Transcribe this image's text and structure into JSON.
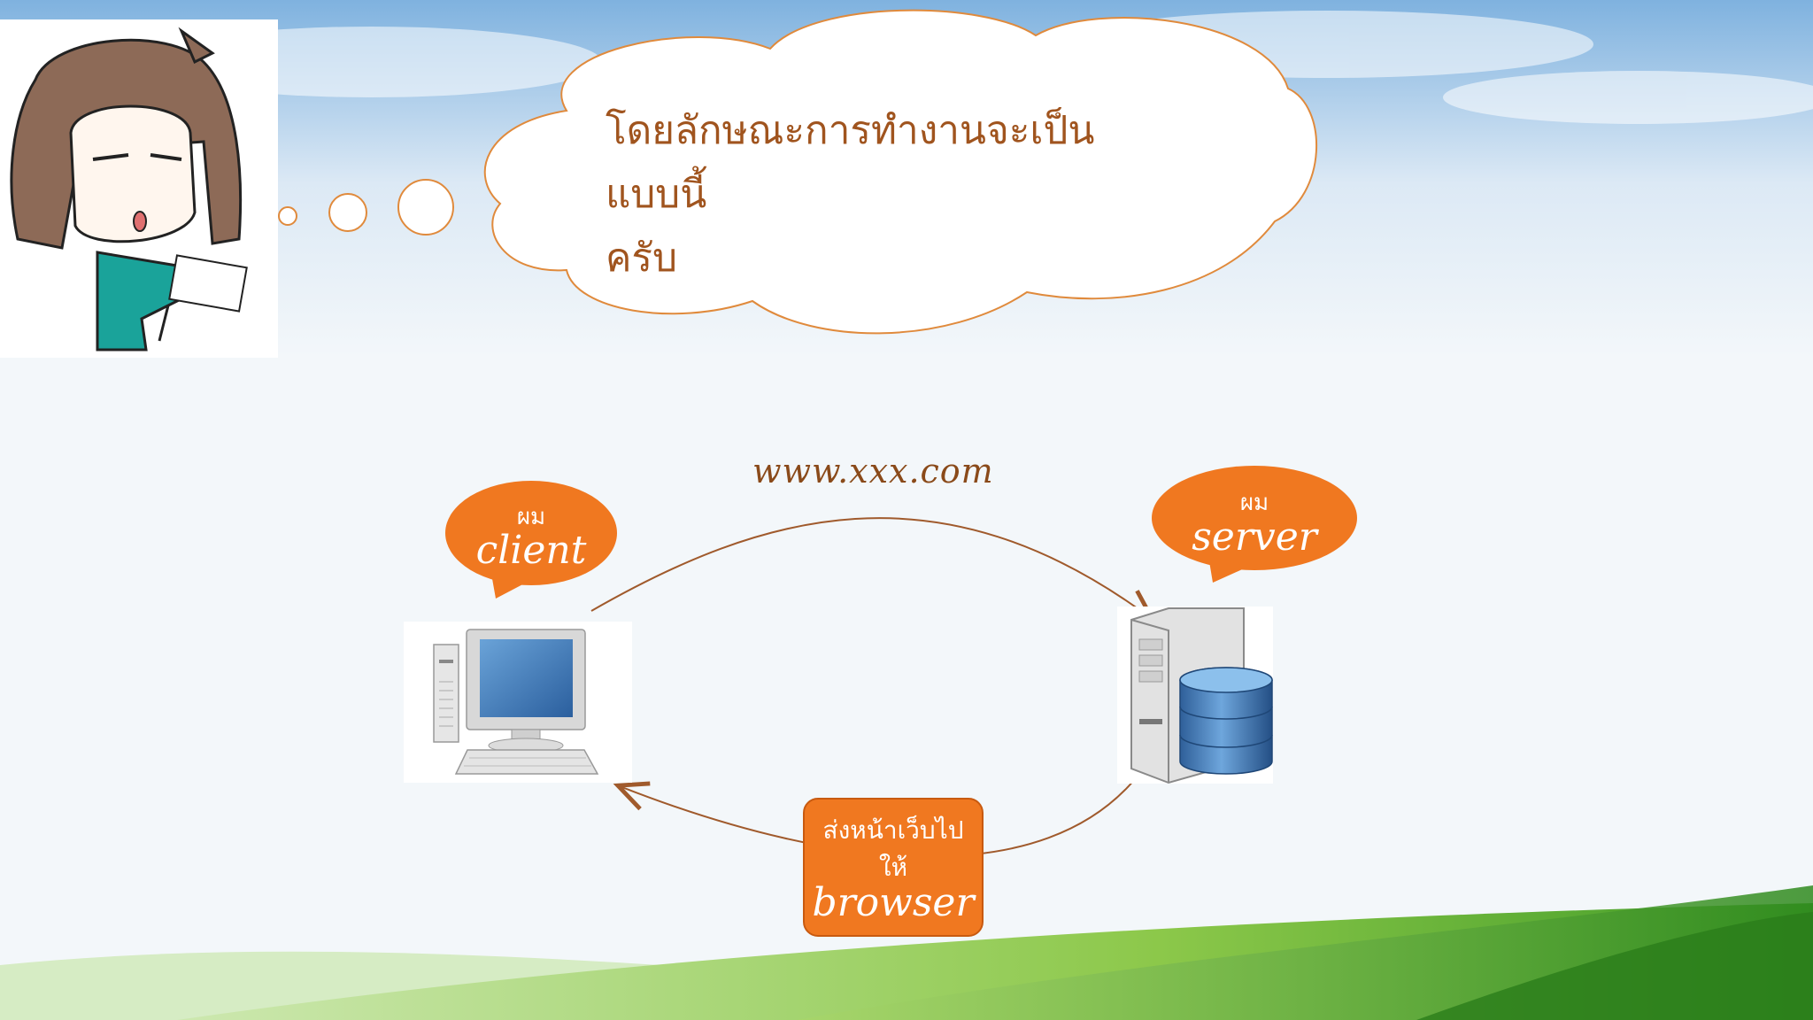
{
  "thought": {
    "line1": "โดยลักษณะการทำงานจะเป็นแบบนี้",
    "line2": "ครับ"
  },
  "url_label": "www.xxx.com",
  "client_bubble": {
    "small": "ผม",
    "big": "client"
  },
  "server_bubble": {
    "small": "ผม",
    "big": "server"
  },
  "browser_box": {
    "line1": "ส่งหน้าเว็บไป",
    "line2": "ให้",
    "big": "browser"
  },
  "colors": {
    "accent": "#f07820",
    "thought_stroke": "#e08a3c",
    "arrow": "#a05a2c"
  }
}
